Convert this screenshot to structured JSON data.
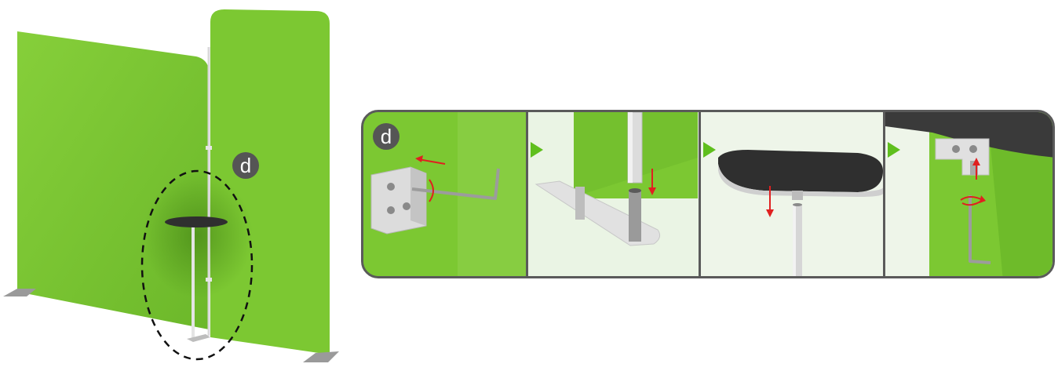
{
  "overview": {
    "callout_label": "d"
  },
  "instructions": {
    "badge_label": "d",
    "steps": [
      {
        "name": "attach-clamp-bracket"
      },
      {
        "name": "insert-pole-into-base"
      },
      {
        "name": "place-tabletop-on-pole"
      },
      {
        "name": "tighten-clamp-screw"
      }
    ]
  },
  "colors": {
    "panel_green": "#7cc832",
    "panel_green_dark": "#5ea81f",
    "frame_gray": "#5a5a5a",
    "arrow_red": "#e02020",
    "step_arrow_green": "#5fbf1d",
    "tabletop": "#2f2f2f"
  }
}
